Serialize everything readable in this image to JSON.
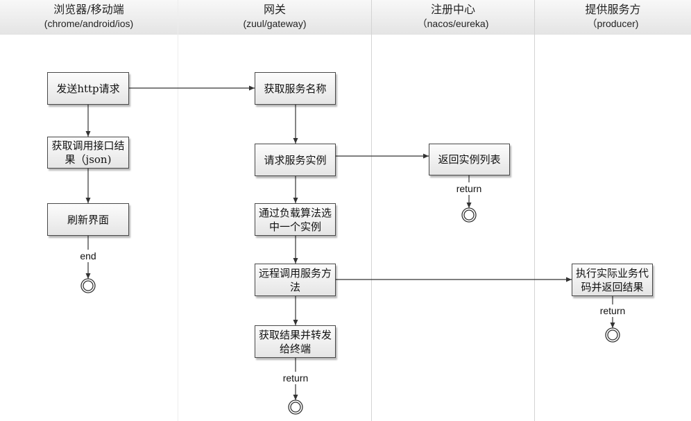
{
  "lanes": [
    {
      "title": "浏览器/移动端",
      "subtitle": "(chrome/android/ios)"
    },
    {
      "title": "网关",
      "subtitle": "(zuul/gateway)"
    },
    {
      "title": "注册中心",
      "subtitle": "（nacos/eureka)"
    },
    {
      "title": "提供服务方",
      "subtitle": "（producer)"
    }
  ],
  "browser": {
    "send_request": "发送http请求",
    "get_result": "获取调用接口结果（json)",
    "refresh_ui": "刷新界面",
    "end_label": "end"
  },
  "gateway": {
    "get_service_name": "获取服务名称",
    "request_instances": "请求服务实例",
    "select_instance": "通过负载算法选中一个实例",
    "remote_call": "远程调用服务方法",
    "forward_result": "获取结果并转发给终端",
    "return_label": "return"
  },
  "registry": {
    "return_instance_list": "返回实例列表",
    "return_label": "return"
  },
  "producer": {
    "execute_business": "执行实际业务代码并返回结果",
    "return_label": "return"
  }
}
